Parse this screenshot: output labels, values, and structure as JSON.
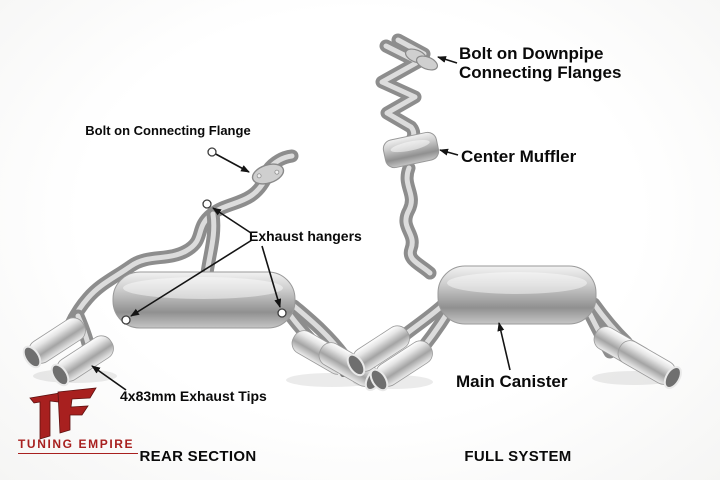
{
  "diagram": {
    "captions": {
      "rear_section": "REAR SECTION",
      "full_system": "FULL SYSTEM"
    },
    "annotations": {
      "connecting_flange": "Bolt on Connecting Flange",
      "exhaust_hangers": "Exhaust hangers",
      "exhaust_tips": "4x83mm Exhaust Tips",
      "downpipe_flanges": "Bolt on Downpipe Connecting Flanges",
      "center_muffler": "Center Muffler",
      "main_canister": "Main Canister"
    }
  },
  "brand": {
    "name": "TUNING EMPIRE",
    "accent_color": "#a8201f"
  },
  "colors": {
    "background": "#ffffff",
    "text": "#0a0a0a",
    "metal": "#b5b5b5"
  }
}
